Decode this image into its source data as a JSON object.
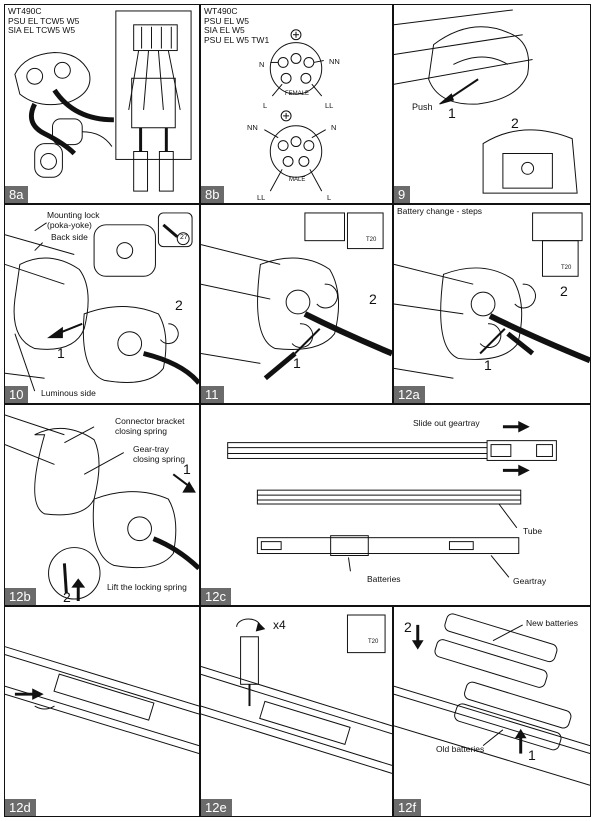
{
  "panels": {
    "p8a": {
      "badge": "8a",
      "header": "WT490C\nPSU EL TCW5 W5\nSIA EL TCW5 W5"
    },
    "p8b": {
      "badge": "8b",
      "header": "WT490C\nPSU EL W5\nSIA EL W5\nPSU EL W5 TW1",
      "female": {
        "label": "FEMALE",
        "pins": {
          "n": "N",
          "nn": "NN",
          "l": "L",
          "ll": "LL"
        }
      },
      "male": {
        "label": "MALE",
        "pins": {
          "nn": "NN",
          "n": "N",
          "ll": "LL",
          "l": "L"
        }
      }
    },
    "p9": {
      "badge": "9",
      "push": "Push",
      "step1": "1",
      "step2": "2"
    },
    "p10": {
      "badge": "10",
      "mounting_lock": "Mounting lock\n(poka-yoke)",
      "back_side": "Back side",
      "luminous_side": "Luminous side",
      "step1": "1",
      "step2": "2",
      "tool_size": "27"
    },
    "p11": {
      "badge": "11",
      "step1": "1",
      "step2": "2",
      "tool_size": "T20"
    },
    "p12a": {
      "badge": "12a",
      "header": "Battery change - steps",
      "step1": "1",
      "step2": "2",
      "tool_size": "T20"
    },
    "p12b": {
      "badge": "12b",
      "connector_spring": "Connector bracket\nclosing spring",
      "gear_spring": "Gear-tray\nclosing spring",
      "lift": "Lift the locking spring",
      "step1": "1",
      "step2": "2"
    },
    "p12c": {
      "badge": "12c",
      "slide_out": "Slide out geartray",
      "tube": "Tube",
      "batteries": "Batteries",
      "geartray": "Geartray"
    },
    "p12d": {
      "badge": "12d"
    },
    "p12e": {
      "badge": "12e",
      "count": "x4",
      "tool_size": "T20"
    },
    "p12f": {
      "badge": "12f",
      "new_batteries": "New batteries",
      "old_batteries": "Old batteries",
      "step1": "1",
      "step2": "2"
    }
  },
  "colors": {
    "line": "#111111",
    "badge_bg": "#6b6b6b",
    "badge_text": "#ffffff"
  }
}
